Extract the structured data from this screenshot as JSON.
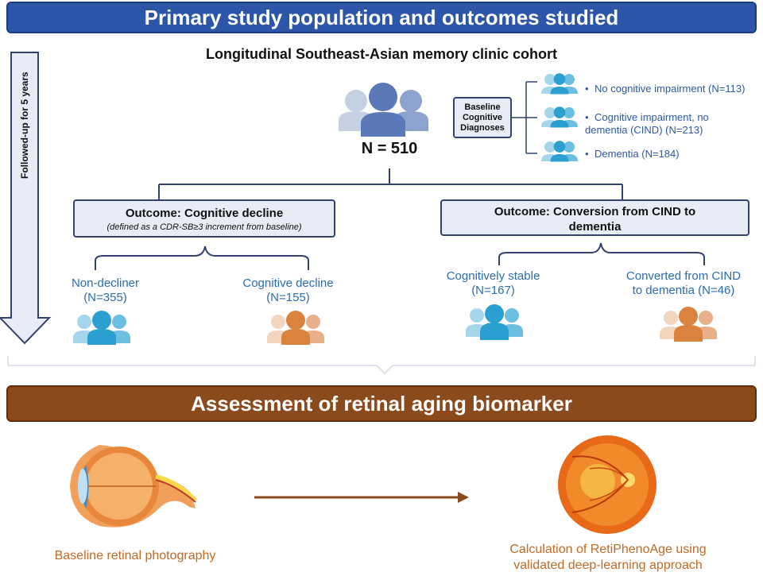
{
  "header": {
    "title": "Primary study population and outcomes studied"
  },
  "cohort": {
    "title": "Longitudinal Southeast-Asian memory clinic cohort",
    "total": "N = 510"
  },
  "followup": {
    "label": "Followed-up for 5 years"
  },
  "baseline_box": {
    "label": "Baseline Cognitive Diagnoses"
  },
  "diagnoses": [
    {
      "bullet": "•",
      "text": "No cognitive impairment (N=113)"
    },
    {
      "bullet": "•",
      "text": "Cognitive impairment, no dementia (CIND) (N=213)"
    },
    {
      "bullet": "•",
      "text": "Dementia (N=184)"
    }
  ],
  "outcome_left": {
    "title": "Outcome: Cognitive decline",
    "subtitle": "(defined as a CDR-SB≥3 increment from baseline)",
    "groups": [
      {
        "label": "Non-decliner (N=355)"
      },
      {
        "label": "Cognitive decline (N=155)"
      }
    ]
  },
  "outcome_right": {
    "title": "Outcome: Conversion from CIND to dementia",
    "groups": [
      {
        "label": "Cognitively stable (N=167)"
      },
      {
        "label": "Converted from CIND to dementia (N=46)"
      }
    ]
  },
  "assessment": {
    "title": "Assessment of retinal aging biomarker",
    "left_label": "Baseline retinal photography",
    "right_label": "Calculation of RetiPhenoAge using validated deep-learning approach"
  },
  "colors": {
    "blue_banner": "#2e56a8",
    "brown_banner": "#8a4a1c",
    "people_gray": "#c6d0e3",
    "people_blue": "#5b78b8",
    "people_teal": "#2a9fd0",
    "people_orange": "#d9833f",
    "label_blue": "#2b6cb0",
    "label_orange": "#c06a24"
  }
}
